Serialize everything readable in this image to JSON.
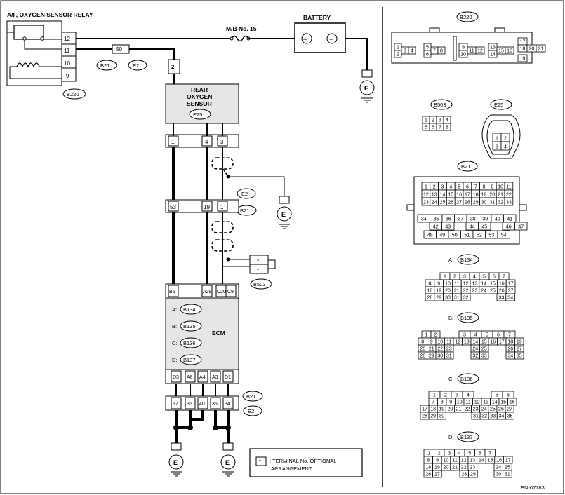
{
  "relay": {
    "title": "A/F, OXYGEN SENSOR RELAY",
    "pins": [
      "12",
      "11",
      "10",
      "9"
    ],
    "connector": "B220"
  },
  "fuse": {
    "label": "M/B No. 15",
    "value": "50"
  },
  "battery": {
    "label": "BATTERY",
    "plus": "+",
    "minus": "−"
  },
  "harness_labels": {
    "b21": "B21",
    "e2": "E2"
  },
  "rear_sensor": {
    "line1": "REAR",
    "line2": "OXYGEN",
    "line3": "SENSOR",
    "connector": "E25",
    "pin_top": "2"
  },
  "sensor_pins": [
    "1",
    "4",
    "3"
  ],
  "joint_pins": [
    "53",
    "19",
    "1"
  ],
  "ecm_pins_top": [
    "B6",
    "A29",
    "C20",
    "C9"
  ],
  "ecm": {
    "label": "ECM",
    "rows": [
      {
        "prefix": "A:",
        "connector": "B134"
      },
      {
        "prefix": "B:",
        "connector": "B135"
      },
      {
        "prefix": "C:",
        "connector": "B136"
      },
      {
        "prefix": "D:",
        "connector": "B137"
      }
    ]
  },
  "ecm_pins_bottom": [
    "D3",
    "A6",
    "A4",
    "A3",
    "D1"
  ],
  "harness_pins_bottom": [
    "37",
    "36",
    "40",
    "35",
    "34"
  ],
  "ground": "E",
  "b503": {
    "label": "B503",
    "star": "*"
  },
  "legend": {
    "star": "*",
    "line1": ": TERMINAL No. OPTIONAL",
    "line2": "ARRANGEMENT"
  },
  "figure_id": "EN-07783",
  "views": {
    "b220": {
      "label": "B220",
      "cells": [
        "1",
        "2",
        "3",
        "4",
        "5",
        "6",
        "7",
        "8",
        "9",
        "10",
        "11",
        "12",
        "13",
        "14",
        "15",
        "16",
        "17",
        "18",
        "20",
        "21",
        "19"
      ]
    },
    "b503": {
      "label": "B503",
      "cells": [
        "1",
        "2",
        "3",
        "4",
        "5",
        "6",
        "7",
        "8"
      ]
    },
    "e25": {
      "label": "E25",
      "cells": [
        "1",
        "2",
        "3",
        "4"
      ]
    },
    "b21": {
      "label": "B21",
      "row1": [
        "1",
        "2",
        "3",
        "4",
        "5",
        "6",
        "7",
        "8",
        "9",
        "10",
        "11"
      ],
      "row2": [
        "12",
        "13",
        "14",
        "15",
        "16",
        "17",
        "18",
        "19",
        "20",
        "21",
        "22"
      ],
      "row3": [
        "23",
        "24",
        "25",
        "26",
        "27",
        "28",
        "29",
        "30",
        "31",
        "32",
        "33"
      ],
      "row4": [
        "34",
        "35",
        "36",
        "37",
        "38",
        "39",
        "40",
        "41"
      ],
      "row5": [
        "42",
        "43",
        "44",
        "45",
        "46",
        "47"
      ],
      "row6": [
        "48",
        "49",
        "50",
        "51",
        "52",
        "53",
        "54"
      ]
    },
    "b134": {
      "prefix": "A:",
      "label": "B134",
      "row1": [
        "1",
        "2",
        "3",
        "4",
        "5",
        "6",
        "7"
      ],
      "row2": [
        "8",
        "9",
        "10",
        "11",
        "12",
        "13",
        "14",
        "15",
        "16",
        "17"
      ],
      "row3": [
        "18",
        "19",
        "20",
        "21",
        "22",
        "23",
        "24",
        "25",
        "26",
        "27"
      ],
      "row4": [
        "28",
        "29",
        "30",
        "31",
        "32",
        "33",
        "34"
      ]
    },
    "b135": {
      "prefix": "B:",
      "label": "B135",
      "row1": [
        "1",
        "2",
        "3",
        "4",
        "5",
        "6",
        "7"
      ],
      "row2": [
        "8",
        "9",
        "10",
        "11",
        "12",
        "13",
        "14",
        "15",
        "16",
        "17",
        "18",
        "19"
      ],
      "row3": [
        "20",
        "21",
        "22",
        "23",
        "24",
        "25",
        "26",
        "27"
      ],
      "row4": [
        "28",
        "29",
        "30",
        "31",
        "32",
        "33",
        "34",
        "35"
      ]
    },
    "b136": {
      "prefix": "C:",
      "label": "B136",
      "row1": [
        "1",
        "2",
        "3",
        "4",
        "5",
        "6"
      ],
      "row2": [
        "7",
        "8",
        "9",
        "10",
        "11",
        "12",
        "13",
        "14",
        "15",
        "16"
      ],
      "row3": [
        "17",
        "18",
        "19",
        "20",
        "21",
        "22",
        "23",
        "24",
        "25",
        "26",
        "27"
      ],
      "row4": [
        "28",
        "29",
        "30",
        "31",
        "32",
        "33",
        "34",
        "35"
      ]
    },
    "b137": {
      "prefix": "D:",
      "label": "B137",
      "row1": [
        "1",
        "2",
        "3",
        "4",
        "5",
        "6",
        "7"
      ],
      "row2": [
        "8",
        "9",
        "10",
        "11",
        "12",
        "13",
        "14",
        "15",
        "16",
        "17"
      ],
      "row3": [
        "18",
        "19",
        "20",
        "21",
        "22",
        "23",
        "24",
        "25"
      ],
      "row4": [
        "26",
        "27",
        "28",
        "29",
        "30",
        "31"
      ]
    }
  }
}
